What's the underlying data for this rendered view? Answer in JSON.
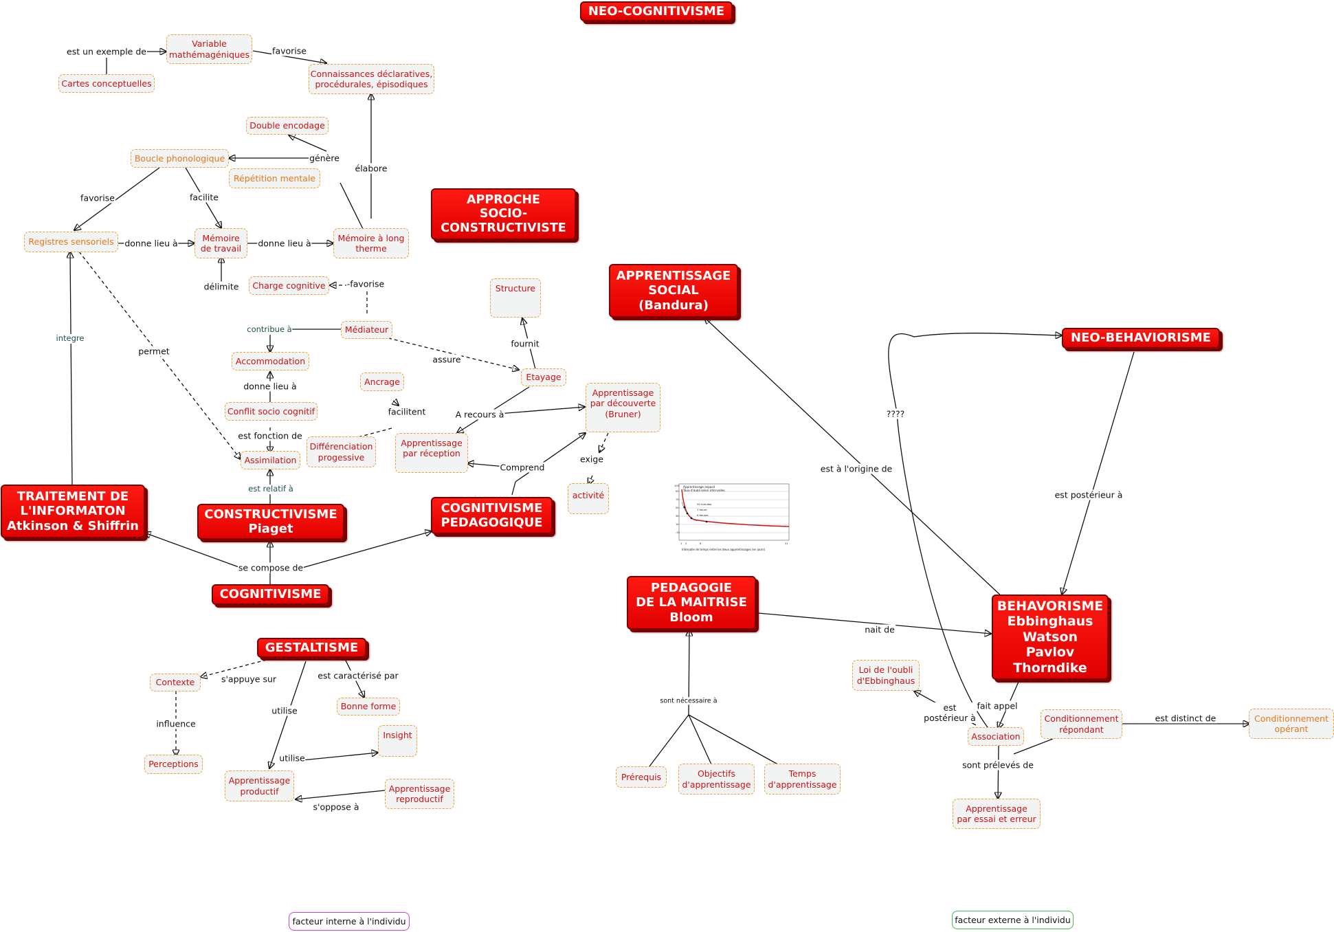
{
  "title": "NEO-COGNITIVISME",
  "major": {
    "approche": "APPROCHE\nSOCIO-\nCONSTRUCTIVISTE",
    "bandura": "APPRENTISSAGE\nSOCIAL\n(Bandura)",
    "neo_behaviorisme": "NEO-BEHAVIORISME",
    "traitement": "TRAITEMENT DE\nL'INFORMATON\nAtkinson & Shiffrin",
    "constructivisme": "CONSTRUCTIVISME\nPiaget",
    "cogn_pedagogique": "COGNITIVISME\nPEDAGOGIQUE",
    "cognitivisme": "COGNITIVISME",
    "pedagogie_maitrise": "PEDAGOGIE\nDE LA MAITRISE\nBloom",
    "behaviorisme": "BEHAVORISME\nEbbinghaus\nWatson\nPavlov\nThorndike",
    "gestaltisme": "GESTALTISME"
  },
  "concepts": {
    "variable": "Variable\nmathémagéniques",
    "cartes": "Cartes conceptuelles",
    "connaissances": "Connaissances déclaratives,\nprocédurales, épisodiques",
    "double": "Double encodage",
    "boucle": "Boucle phonologique",
    "repetition": "Répétition mentale",
    "registres": "Registres sensoriels",
    "memoire_travail": "Mémoire\nde travail",
    "memoire_long": "Mémoire à long\ntherme",
    "charge": "Charge cognitive",
    "structure": "Structure",
    "mediateur": "Médiateur",
    "accommodation": "Accommodation",
    "etayage": "Etayage",
    "ancrage": "Ancrage",
    "decouverte": "Apprentissage\npar découverte\n(Bruner)",
    "conflit": "Conflit socio cognitif",
    "differenciation": "Différenciation\nprogessive",
    "reception": "Apprentissage\npar réception",
    "assimilation": "Assimilation",
    "activite": "activité",
    "contexte": "Contexte",
    "bonne_forme": "Bonne forme",
    "insight": "Insight",
    "perceptions": "Perceptions",
    "productif": "Apprentissage\nproductif",
    "reproductif": "Apprentissage\nreproductif",
    "loi_oubli": "Loi de l'oubli\nd'Ebbinghaus",
    "association": "Association",
    "repondant": "Conditionnement\nrépondant",
    "operant": "Conditionnement\nopérant",
    "essai_erreur": "Apprentissage\npar essai et erreur",
    "prerequis": "Prérequis",
    "objectifs": "Objectifs\nd'apprentissage",
    "temps": "Temps\nd'apprentissage"
  },
  "links": {
    "est_exemple": "est un exemple de",
    "favorise_top": "favorise",
    "genere": "génère",
    "elabore": "élabore",
    "favorise_left": "favorise",
    "facilite": "facilite",
    "donne_lieu_1": "donne lieu à",
    "donne_lieu_2": "donne lieu à",
    "delimite": "délimite",
    "favorise_charge": "-favorise",
    "integre": "integre",
    "permet": "permet",
    "contribue": "contribue à",
    "assure": "assure",
    "fournit": "fournit",
    "donne_lieu_3": "donne lieu à",
    "facilitent": "facilitent",
    "recours": "A recours à",
    "est_fonction": "est fonction de",
    "comprend": "Comprend",
    "exige": "exige",
    "est_relatif": "est relatif à",
    "se_compose": "se compose de",
    "appuye": "s'appuye sur",
    "caracterise": "est caractérisé par",
    "influence": "influence",
    "utilise_1": "utilise",
    "utilise_2": "utilise",
    "oppose": "s'oppose à",
    "origine": "est à l'origine de",
    "question": "????",
    "posterieur": "est postérieur à",
    "nait": "nait de",
    "fait_appel": "fait appel",
    "est_posterieur2": "est\npostérieur à",
    "distinct": "est distinct de",
    "preleves": "sont prélevés de",
    "necessaire": "sont nécessaire à"
  },
  "legend": {
    "interne": "facteur interne à l'individu",
    "externe": "facteur externe à l'individu",
    "interne_color": "#cc44cc",
    "externe_color": "#44bb44"
  },
  "thumbnail": {
    "title": "Apprentissage espacé\nTaux d'oubli selon intervalles",
    "series": [
      "20 minutes",
      "1 heure",
      "9 heures"
    ],
    "xlabel": "Intervalle de temps entre les deux apprentissages (en jours)"
  },
  "colors": {
    "red": "#ff1a12",
    "dark_red": "#7a0000",
    "concept_text": "#cc1111",
    "concept_border": "#f0a030"
  }
}
